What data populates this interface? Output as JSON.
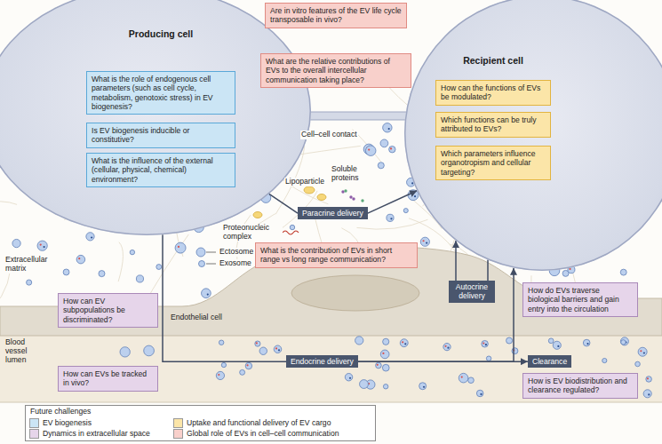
{
  "diagram": {
    "nodes": [
      {
        "text": [
          "Producing cell"
        ]
      },
      {
        "text": [
          "What is the role of endogenous cell parameters (such as cell cycle, metabolism, genotoxic stress) in EV biogenesis?"
        ],
        "in": 0
      },
      {
        "text": [
          "Is EV biogenesis inducible or constitutive?"
        ],
        "in": 0
      },
      {
        "text": [
          "What is the influence of the external (cellular, physical, chemical) environment?"
        ],
        "in": 0
      },
      {
        "text": [
          "Are in vitro features of the EV life cycle transposable in vivo?"
        ]
      },
      {
        "text": [
          "What are the relative contributions of EVs to the overall intercellular communication taking place?"
        ]
      },
      {
        "text": [
          "Recipient cell"
        ]
      },
      {
        "text": [
          "How can the functions of EVs be modulated?"
        ],
        "in": 6
      },
      {
        "text": [
          "Which functions can be truly attributed to EVs?"
        ],
        "in": 6
      },
      {
        "text": [
          "Which parameters influence organotropism and cellular targeting?"
        ],
        "in": 6
      },
      {
        "text": [
          "Paracrine delivery"
        ]
      },
      {
        "text": [
          "What is the contribution of EVs in short range vs long range communication?"
        ]
      },
      {
        "text": [
          "Autocrine delivery"
        ]
      },
      {
        "text": [
          "How can EV subpopulations be discriminated?"
        ]
      },
      {
        "text": [
          "How do EVs traverse biological barriers and gain entry into the circulation"
        ]
      },
      {
        "text": [
          "How can EVs be tracked in vivo?"
        ]
      },
      {
        "text": [
          "Endocrine delivery"
        ]
      },
      {
        "text": [
          "Clearance"
        ]
      },
      {
        "text": [
          "How is EV biodistribution and clearance regulated?"
        ]
      }
    ],
    "edges": [
      {
        "from": 0,
        "to": 10,
        "arrow": "none"
      },
      {
        "from": 10,
        "to": 6,
        "arrow": "to"
      },
      {
        "from": 6,
        "to": 12,
        "arrow": "none"
      },
      {
        "from": 12,
        "to": 6,
        "arrow": "to"
      },
      {
        "from": 0,
        "to": 16,
        "arrow": "none"
      },
      {
        "from": 16,
        "to": 17,
        "arrow": "to"
      },
      {
        "from": 16,
        "to": 6,
        "arrow": "to"
      }
    ],
    "labels": [
      "Cell–cell contact",
      "Lipoparticle",
      "Soluble proteins",
      "Proteonucleic complex",
      "Ectosome",
      "Extracellular matrix",
      "Exosome",
      "Endothelial cell",
      "Blood vessel lumen",
      "Future challenges"
    ],
    "legend": [
      {
        "text": "EV biogenesis",
        "color": "#cbe5f5"
      },
      {
        "text": "Uptake and functional delivery of EV cargo",
        "color": "#fbe5a8"
      },
      {
        "text": "Dynamics in extracellular space",
        "color": "#e6d5ea"
      },
      {
        "text": "Global role of EVs in cell–cell communication",
        "color": "#f8d0cb"
      }
    ]
  }
}
